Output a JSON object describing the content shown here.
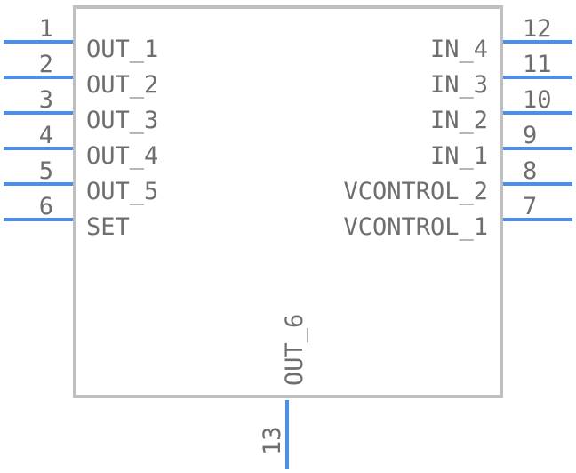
{
  "component": {
    "body_color": "#c0c0c0",
    "pin_color": "#4a8ff0",
    "text_color": "#6e6e6e",
    "left_pins": [
      {
        "number": "1",
        "name": "OUT_1"
      },
      {
        "number": "2",
        "name": "OUT_2"
      },
      {
        "number": "3",
        "name": "OUT_3"
      },
      {
        "number": "4",
        "name": "OUT_4"
      },
      {
        "number": "5",
        "name": "OUT_5"
      },
      {
        "number": "6",
        "name": "SET"
      }
    ],
    "right_pins": [
      {
        "number": "12",
        "name": "IN_4"
      },
      {
        "number": "11",
        "name": "IN_3"
      },
      {
        "number": "10",
        "name": "IN_2"
      },
      {
        "number": "9",
        "name": "IN_1"
      },
      {
        "number": "8",
        "name": "VCONTROL_2"
      },
      {
        "number": "7",
        "name": "VCONTROL_1"
      }
    ],
    "bottom_pins": [
      {
        "number": "13",
        "name": "OUT_6"
      }
    ]
  }
}
